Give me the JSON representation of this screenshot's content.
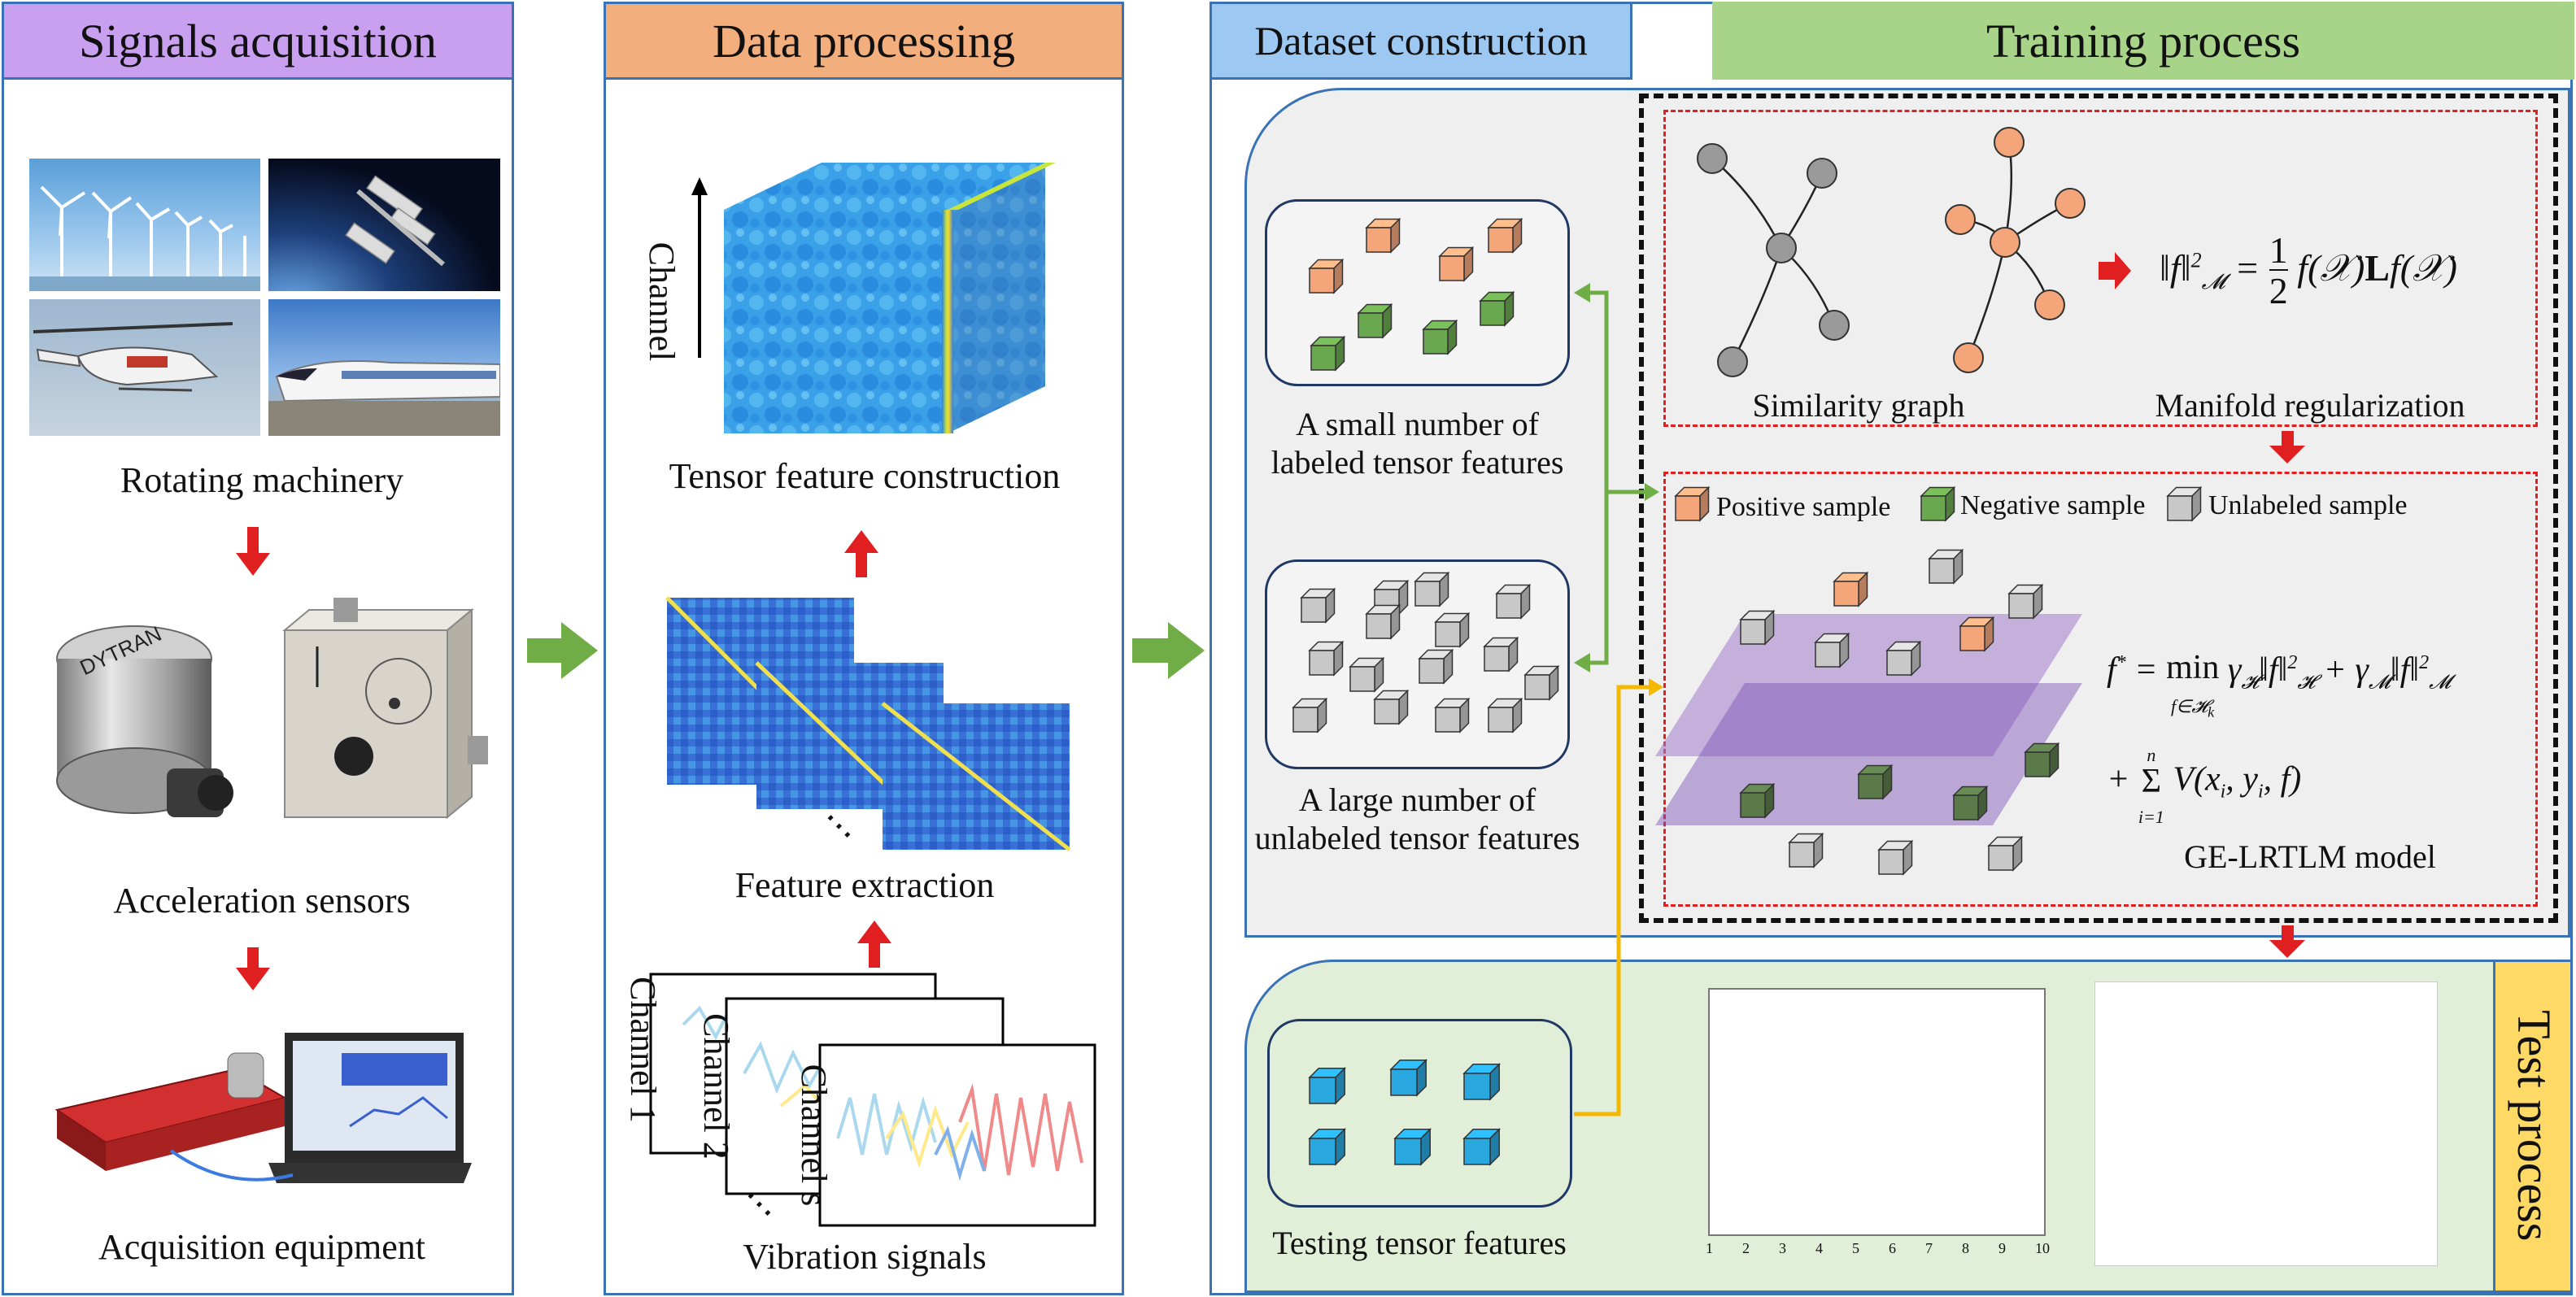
{
  "headers": {
    "signals": "Signals acquisition",
    "data": "Data processing",
    "dataset": "Dataset construction",
    "training": "Training process",
    "test": "Test process"
  },
  "signals": {
    "rotating": "Rotating machinery",
    "sensors": "Acceleration sensors",
    "equipment": "Acquisition equipment",
    "sensor_brand": "DYTRAN"
  },
  "data": {
    "channel_axis": "Channel",
    "tensor_construction": "Tensor feature construction",
    "feature_extraction": "Feature extraction",
    "vibration_signals": "Vibration signals",
    "channel1": "Channel 1",
    "channel2": "Channel 2",
    "channel_s": "Channel s",
    "ellipsis": "⋯"
  },
  "dataset": {
    "labeled": "A small number of labeled tensor features",
    "unlabeled": "A large number of unlabeled tensor features",
    "testing": "Testing tensor features"
  },
  "training": {
    "similarity_graph": "Similarity graph",
    "manifold_reg": "Manifold regularization",
    "positive": "Positive sample",
    "negative": "Negative sample",
    "unlabeled": "Unlabeled sample",
    "model": "GE-LRTLM model"
  },
  "test_chart": {
    "x_ticks": [
      "1",
      "2",
      "3",
      "4",
      "5",
      "6",
      "7",
      "8",
      "9",
      "10"
    ]
  },
  "colors": {
    "panel_border": "#3a72b6",
    "signals_header": "#c9a0f0",
    "data_header": "#f2ae7c",
    "dataset_header": "#9cc8f2",
    "training_header": "#a8d48a",
    "test_header": "#ffd966",
    "positive": "#f4a57a",
    "negative": "#6aa84f",
    "unlabeled": "#c8c8c8",
    "testing": "#29a8e0",
    "arrow_red": "#e02020",
    "arrow_green": "#70ad47"
  }
}
